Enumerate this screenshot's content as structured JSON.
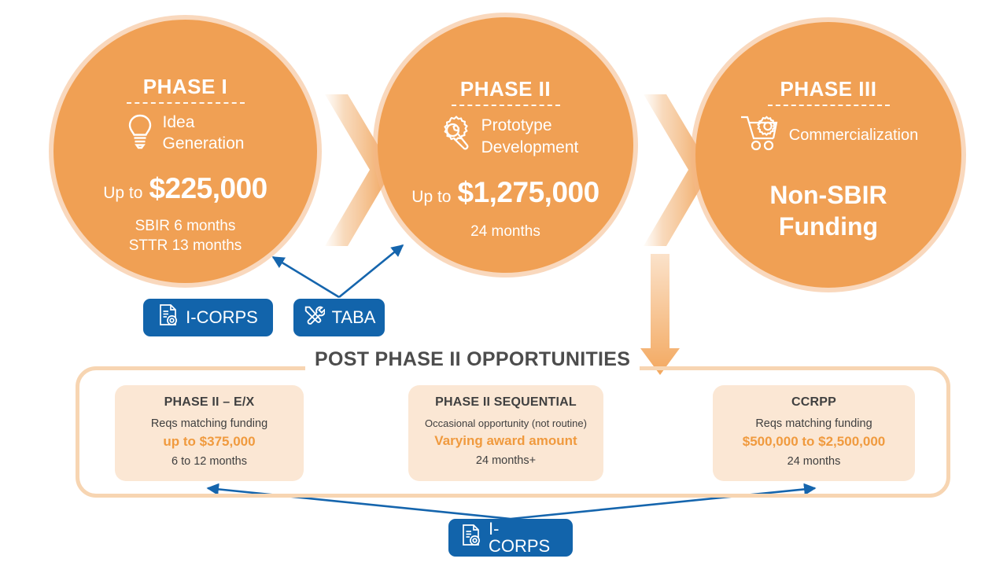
{
  "phases": [
    {
      "id": "phase-1",
      "title": "PHASE I",
      "icon": "lightbulb-icon",
      "icon_label": "Idea\nGeneration",
      "amount_prefix": "Up to",
      "amount": "$225,000",
      "duration": "SBIR 6 months\nSTTR 13 months"
    },
    {
      "id": "phase-2",
      "title": "PHASE II",
      "icon": "gear-wrench-icon",
      "icon_label": "Prototype\nDevelopment",
      "amount_prefix": "Up to",
      "amount": "$1,275,000",
      "duration": "24 months"
    },
    {
      "id": "phase-3",
      "title": "PHASE III",
      "icon": "cart-gear-icon",
      "icon_label": "Commercialization",
      "big_text": "Non-SBIR\nFunding"
    }
  ],
  "badges": {
    "icorps_top": {
      "label": "I-CORPS",
      "icon": "document-gear-icon"
    },
    "taba": {
      "label": "TABA",
      "icon": "screwdriver-wrench-icon"
    },
    "icorps_bottom": {
      "label": "I-CORPS",
      "icon": "document-gear-icon"
    }
  },
  "post_phase": {
    "title": "POST PHASE II OPPORTUNITIES",
    "cards": [
      {
        "title": "PHASE II – E/X",
        "line": "Reqs matching funding",
        "amount": "up to $375,000",
        "duration": "6 to 12 months"
      },
      {
        "title": "PHASE II SEQUENTIAL",
        "line": "Occasional opportunity (not routine)",
        "amount": "Varying award amount",
        "duration": "24 months+"
      },
      {
        "title": "CCRPP",
        "line": "Reqs matching funding",
        "amount": "$500,000 to $2,500,000",
        "duration": "24 months"
      }
    ]
  },
  "colors": {
    "orange": "#F0A054",
    "orange_light": "#FBE7D4",
    "orange_border": "#F7D5B2",
    "orange_accent": "#F09A3E",
    "blue": "#1264AB",
    "arrow_blue": "#1565AD",
    "text_dark": "#4C4C4C",
    "white": "#FFFFFF"
  }
}
